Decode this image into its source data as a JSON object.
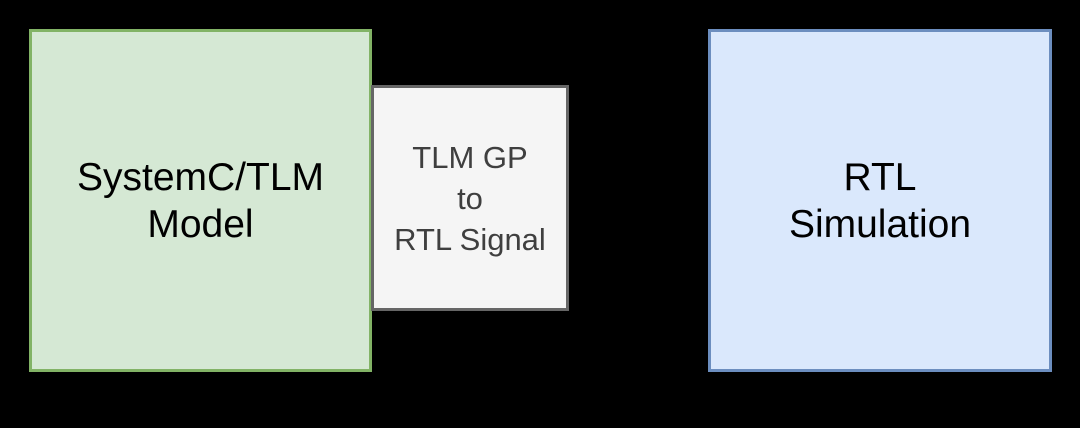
{
  "canvas": {
    "background_color": "#000000"
  },
  "boxes": {
    "systemc_tlm_model": {
      "label_line1": "SystemC/TLM",
      "label_line2": "Model",
      "fill_color": "#d5e8d4",
      "stroke_color": "#82b366",
      "text_color": "#000000"
    },
    "tlm_gp_to_rtl_signal": {
      "label_line1": "TLM GP",
      "label_line2": "to",
      "label_line3": "RTL Signal",
      "fill_color": "#f5f5f5",
      "stroke_color": "#666666",
      "text_color": "#3f3f3f"
    },
    "rtl_simulation": {
      "label_line1": "RTL",
      "label_line2": "Simulation",
      "fill_color": "#dae8fc",
      "stroke_color": "#6c8ebf",
      "text_color": "#000000"
    }
  }
}
